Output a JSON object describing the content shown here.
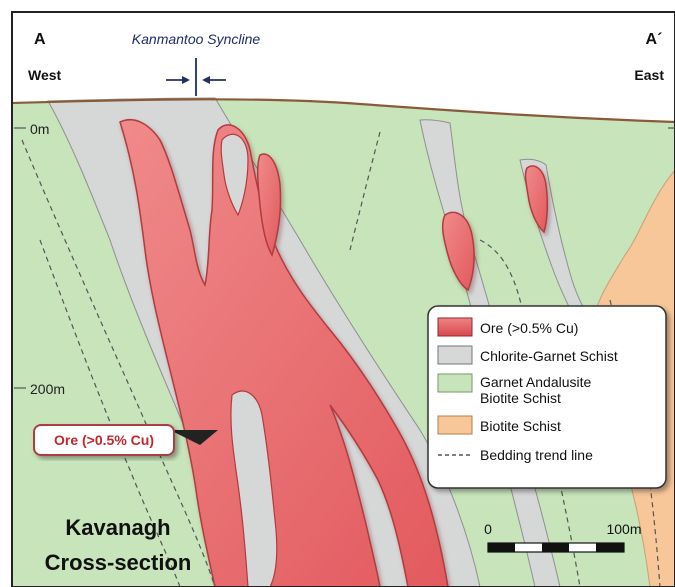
{
  "header": {
    "section_start": "A",
    "section_end": "A´",
    "direction_left": "West",
    "direction_right": "East",
    "syncline_label": "Kanmantoo Syncline"
  },
  "depth_labels": [
    "0m",
    "200m"
  ],
  "callout": {
    "label": "Ore (>0.5% Cu)"
  },
  "legend": {
    "items": [
      {
        "label": "Ore (>0.5% Cu)",
        "color": "#e8696a"
      },
      {
        "label": "Chlorite-Garnet Schist",
        "color": "#d6d7d7"
      },
      {
        "label_line1": "Garnet Andalusite",
        "label_line2": "Biotite Schist",
        "color": "#c7e4bb"
      },
      {
        "label": "Biotite Schist",
        "color": "#f7c699"
      },
      {
        "label": "Bedding trend line",
        "color": "#555555"
      }
    ]
  },
  "scale_bar": {
    "start_label": "0",
    "end_label": "100m"
  },
  "title": {
    "line1": "Kavanagh",
    "line2": "Cross-section"
  },
  "colors": {
    "ore": "#e8696a",
    "ore_outline": "#b23a3f",
    "chlorite": "#d6d7d7",
    "garnet": "#c7e4bb",
    "biotite": "#f7c699",
    "surface": "#8a5a3a",
    "syncline": "#1f2d6b"
  }
}
